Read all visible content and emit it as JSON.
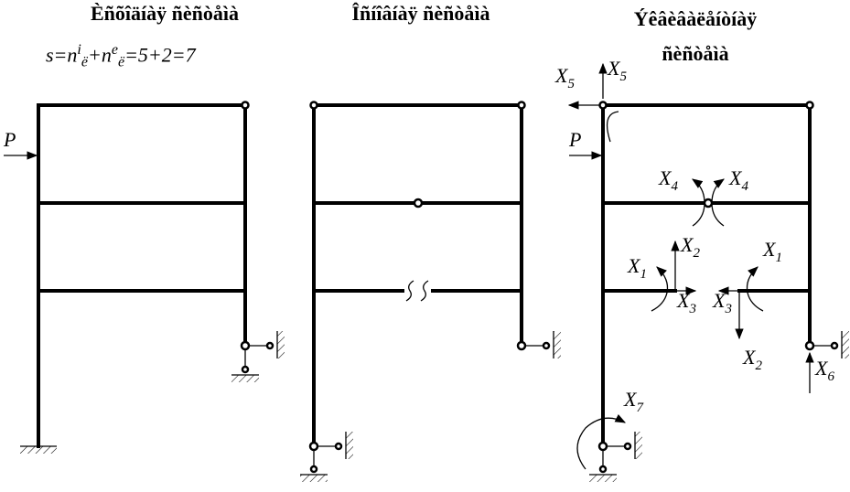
{
  "titles": {
    "given_frame": "Èñõîäíàÿ ñèñòåìà",
    "base_frame": "Îñíîâíàÿ ñèñòåìà",
    "equivalent_frame_line1": "Ýêâèâàëåíòíàÿ",
    "equivalent_frame_line2": "ñèñòåìà"
  },
  "formula": {
    "lhs": "s=n",
    "sup1": "i",
    "sub1": "ë",
    "plus": "+n",
    "sup2": "e",
    "sub2": "ë",
    "rhs": "=5+2=7"
  },
  "labels": {
    "load": "P",
    "x": "X",
    "unknowns": {
      "x1": "1",
      "x2": "2",
      "x3": "3",
      "x4": "4",
      "x5": "5",
      "x6": "6",
      "x7": "7"
    }
  }
}
